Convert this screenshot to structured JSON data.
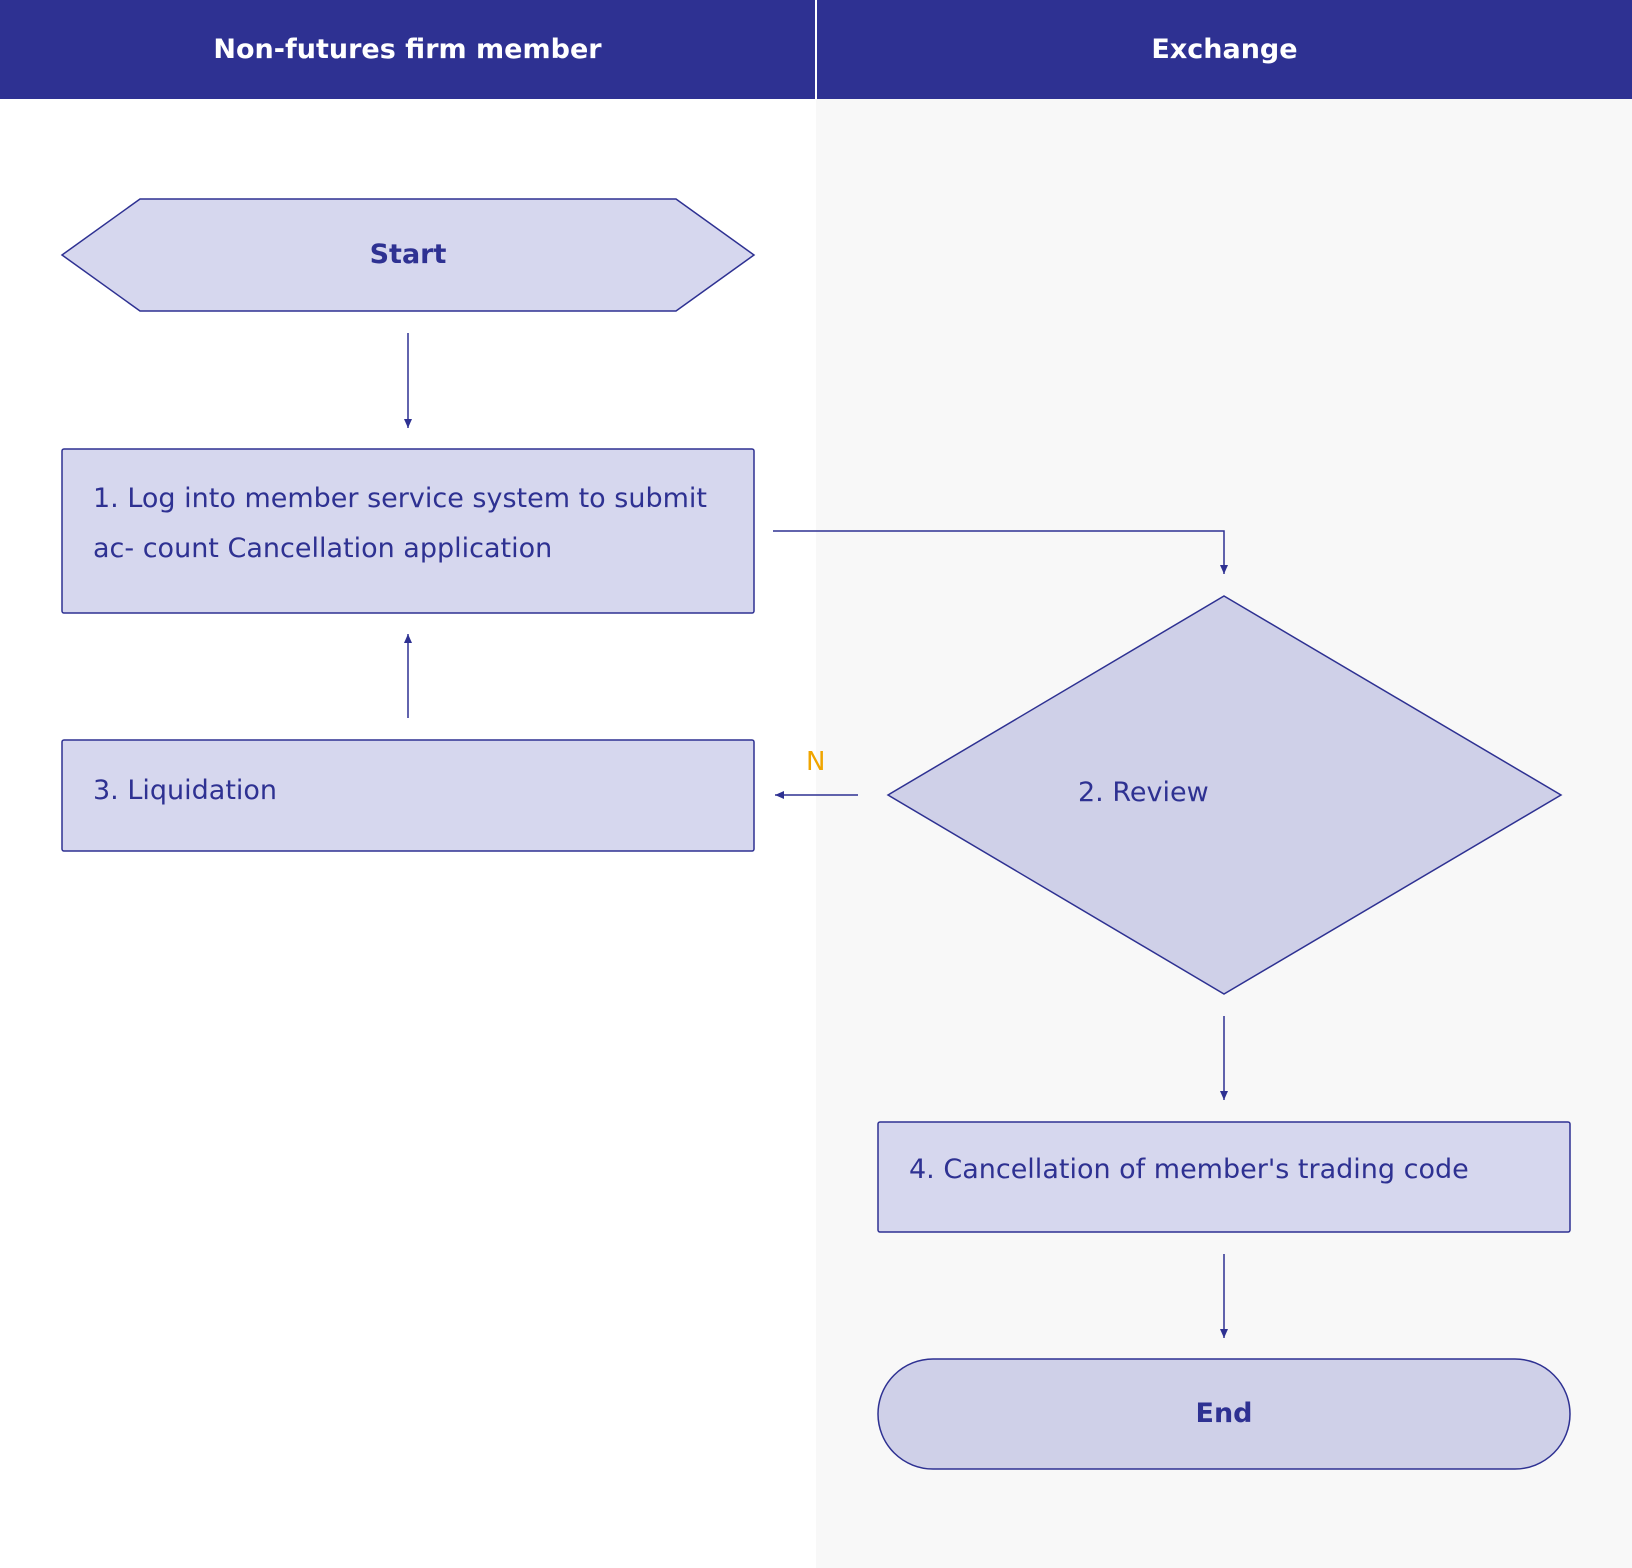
{
  "lanes": {
    "left": "Non-futures firm member",
    "right": "Exchange"
  },
  "nodes": {
    "start": "Start",
    "step1": "1. Log into member service system to submit ac- count Cancellation application",
    "step2": "2. Review",
    "step3": "3. Liquidation",
    "step4": "4. Cancellation of member's trading code",
    "end": "End"
  },
  "edges": {
    "review_no": "N"
  },
  "colors": {
    "header": "#2e3192",
    "node_fill": "#d6d7ee",
    "stroke": "#2e3192",
    "no_label": "#f0a500"
  }
}
